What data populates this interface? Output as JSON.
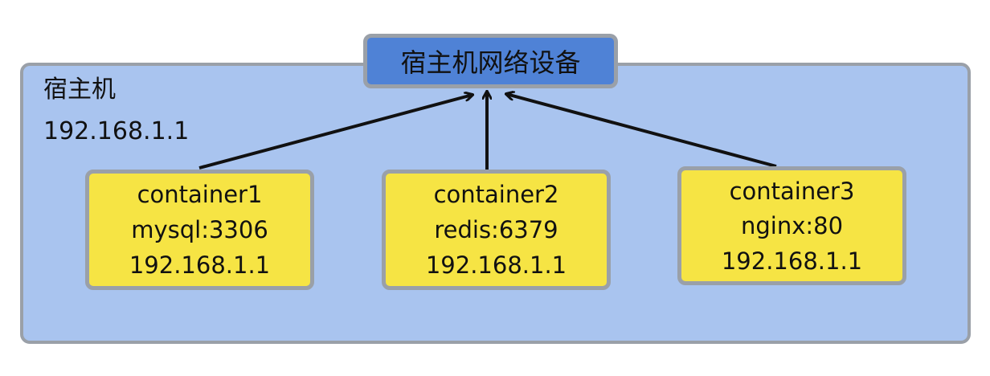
{
  "host": {
    "title": "宿主机",
    "ip": "192.168.1.1"
  },
  "device": {
    "label": "宿主机网络设备"
  },
  "containers": [
    {
      "name": "container1",
      "service": "mysql:3306",
      "ip": "192.168.1.1"
    },
    {
      "name": "container2",
      "service": "redis:6379",
      "ip": "192.168.1.1"
    },
    {
      "name": "container3",
      "service": "nginx:80",
      "ip": "192.168.1.1"
    }
  ],
  "colors": {
    "host_bg": "#a9c4ef",
    "device_bg": "#4f82d6",
    "container_bg": "#f6e444",
    "border": "#9aa0a8",
    "arrow": "#111111"
  }
}
